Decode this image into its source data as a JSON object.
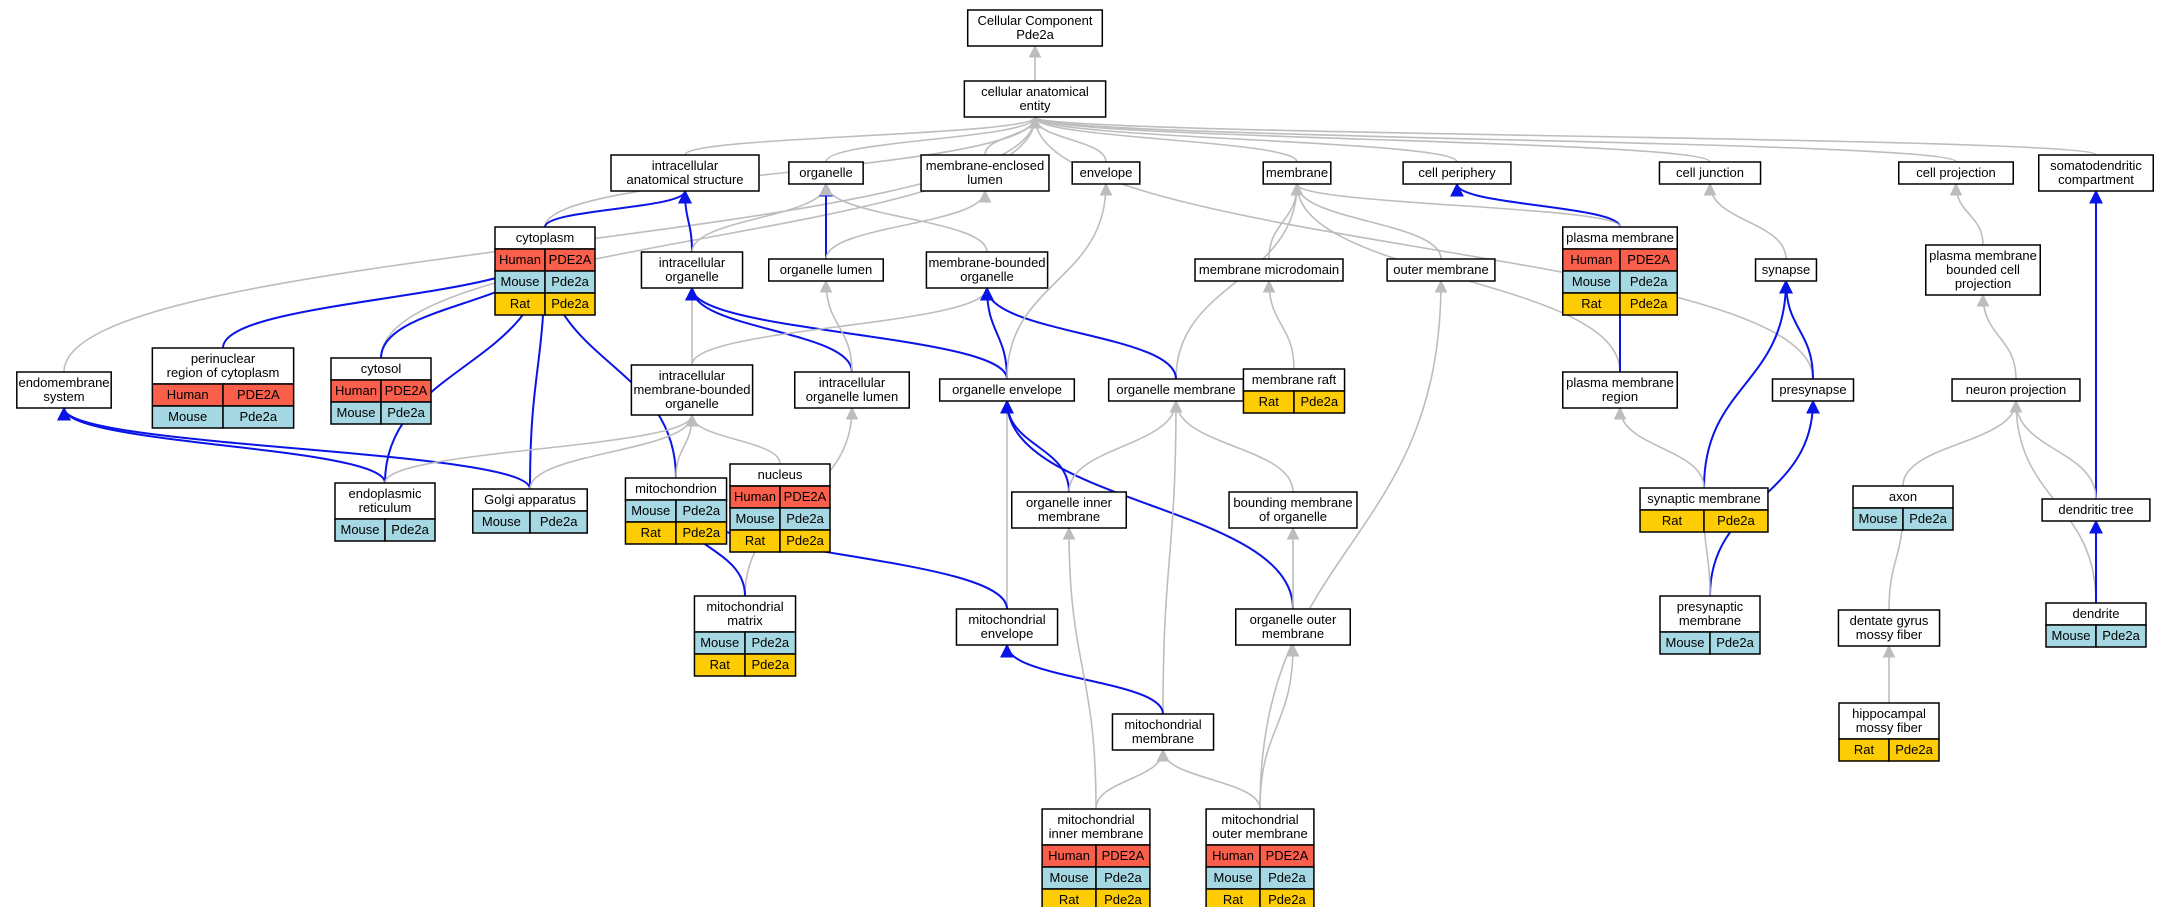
{
  "colors": {
    "Human": "#f95f4b",
    "Mouse": "#a6d8e3",
    "Rat": "#fecc02",
    "isa": "#bdbdbd",
    "part_of": "#0a14e6"
  },
  "nodes": [
    {
      "id": "root",
      "lines": [
        "Cellular Component",
        "Pde2a"
      ],
      "species": []
    },
    {
      "id": "cae",
      "lines": [
        "cellular anatomical",
        "entity"
      ],
      "species": []
    },
    {
      "id": "ias",
      "lines": [
        "intracellular",
        "anatomical structure"
      ],
      "species": []
    },
    {
      "id": "organelle",
      "lines": [
        "organelle"
      ],
      "species": []
    },
    {
      "id": "mel",
      "lines": [
        "membrane-enclosed",
        "lumen"
      ],
      "species": []
    },
    {
      "id": "envelope",
      "lines": [
        "envelope"
      ],
      "species": []
    },
    {
      "id": "membrane",
      "lines": [
        "membrane"
      ],
      "species": []
    },
    {
      "id": "cellperiphery",
      "lines": [
        "cell periphery"
      ],
      "species": []
    },
    {
      "id": "celljunction",
      "lines": [
        "cell junction"
      ],
      "species": []
    },
    {
      "id": "cellprojection",
      "lines": [
        "cell projection"
      ],
      "species": []
    },
    {
      "id": "somato",
      "lines": [
        "somatodendritic",
        "compartment"
      ],
      "species": []
    },
    {
      "id": "cytoplasm",
      "lines": [
        "cytoplasm"
      ],
      "species": [
        [
          "Human",
          "PDE2A"
        ],
        [
          "Mouse",
          "Pde2a"
        ],
        [
          "Rat",
          "Pde2a"
        ]
      ]
    },
    {
      "id": "ic_org",
      "lines": [
        "intracellular",
        "organelle"
      ],
      "species": []
    },
    {
      "id": "org_lumen",
      "lines": [
        "organelle lumen"
      ],
      "species": []
    },
    {
      "id": "mbo",
      "lines": [
        "membrane-bounded",
        "organelle"
      ],
      "species": []
    },
    {
      "id": "memmicro",
      "lines": [
        "membrane microdomain"
      ],
      "species": []
    },
    {
      "id": "outermem",
      "lines": [
        "outer membrane"
      ],
      "species": []
    },
    {
      "id": "plasmamem",
      "lines": [
        "plasma membrane"
      ],
      "species": [
        [
          "Human",
          "PDE2A"
        ],
        [
          "Mouse",
          "Pde2a"
        ],
        [
          "Rat",
          "Pde2a"
        ]
      ]
    },
    {
      "id": "synapse",
      "lines": [
        "synapse"
      ],
      "species": []
    },
    {
      "id": "pmbcp",
      "lines": [
        "plasma membrane",
        "bounded cell",
        "projection"
      ],
      "species": []
    },
    {
      "id": "endomem",
      "lines": [
        "endomembrane",
        "system"
      ],
      "species": []
    },
    {
      "id": "perinuclear",
      "lines": [
        "perinuclear",
        "region of cytoplasm"
      ],
      "species": [
        [
          "Human",
          "PDE2A"
        ],
        [
          "Mouse",
          "Pde2a"
        ]
      ]
    },
    {
      "id": "cytosol",
      "lines": [
        "cytosol"
      ],
      "species": [
        [
          "Human",
          "PDE2A"
        ],
        [
          "Mouse",
          "Pde2a"
        ]
      ]
    },
    {
      "id": "imbo",
      "lines": [
        "intracellular",
        "membrane-bounded",
        "organelle"
      ],
      "species": []
    },
    {
      "id": "ic_org_lumen",
      "lines": [
        "intracellular",
        "organelle lumen"
      ],
      "species": []
    },
    {
      "id": "org_env",
      "lines": [
        "organelle envelope"
      ],
      "species": []
    },
    {
      "id": "org_mem",
      "lines": [
        "organelle membrane"
      ],
      "species": []
    },
    {
      "id": "memraft",
      "lines": [
        "membrane raft"
      ],
      "species": [
        [
          "Rat",
          "Pde2a"
        ]
      ]
    },
    {
      "id": "pmregion",
      "lines": [
        "plasma membrane",
        "region"
      ],
      "species": []
    },
    {
      "id": "presynapse",
      "lines": [
        "presynapse"
      ],
      "species": []
    },
    {
      "id": "neuronproj",
      "lines": [
        "neuron projection"
      ],
      "species": []
    },
    {
      "id": "er",
      "lines": [
        "endoplasmic",
        "reticulum"
      ],
      "species": [
        [
          "Mouse",
          "Pde2a"
        ]
      ]
    },
    {
      "id": "golgi",
      "lines": [
        "Golgi apparatus"
      ],
      "species": [
        [
          "Mouse",
          "Pde2a"
        ]
      ]
    },
    {
      "id": "mito",
      "lines": [
        "mitochondrion"
      ],
      "species": [
        [
          "Mouse",
          "Pde2a"
        ],
        [
          "Rat",
          "Pde2a"
        ]
      ]
    },
    {
      "id": "nucleus",
      "lines": [
        "nucleus"
      ],
      "species": [
        [
          "Human",
          "PDE2A"
        ],
        [
          "Mouse",
          "Pde2a"
        ],
        [
          "Rat",
          "Pde2a"
        ]
      ]
    },
    {
      "id": "org_inner",
      "lines": [
        "organelle inner",
        "membrane"
      ],
      "species": []
    },
    {
      "id": "bmo",
      "lines": [
        "bounding membrane",
        "of organelle"
      ],
      "species": []
    },
    {
      "id": "synmem",
      "lines": [
        "synaptic membrane"
      ],
      "species": [
        [
          "Rat",
          "Pde2a"
        ]
      ]
    },
    {
      "id": "axon",
      "lines": [
        "axon"
      ],
      "species": [
        [
          "Mouse",
          "Pde2a"
        ]
      ]
    },
    {
      "id": "dendtree",
      "lines": [
        "dendritic tree"
      ],
      "species": []
    },
    {
      "id": "mitomatrix",
      "lines": [
        "mitochondrial",
        "matrix"
      ],
      "species": [
        [
          "Mouse",
          "Pde2a"
        ],
        [
          "Rat",
          "Pde2a"
        ]
      ]
    },
    {
      "id": "mitoenv",
      "lines": [
        "mitochondrial",
        "envelope"
      ],
      "species": []
    },
    {
      "id": "org_outer",
      "lines": [
        "organelle outer",
        "membrane"
      ],
      "species": []
    },
    {
      "id": "presynmem",
      "lines": [
        "presynaptic",
        "membrane"
      ],
      "species": [
        [
          "Mouse",
          "Pde2a"
        ]
      ]
    },
    {
      "id": "dgmf",
      "lines": [
        "dentate gyrus",
        "mossy fiber"
      ],
      "species": []
    },
    {
      "id": "dendrite",
      "lines": [
        "dendrite"
      ],
      "species": [
        [
          "Mouse",
          "Pde2a"
        ]
      ]
    },
    {
      "id": "mitomem",
      "lines": [
        "mitochondrial",
        "membrane"
      ],
      "species": []
    },
    {
      "id": "hmf",
      "lines": [
        "hippocampal",
        "mossy fiber"
      ],
      "species": [
        [
          "Rat",
          "Pde2a"
        ]
      ]
    },
    {
      "id": "mim",
      "lines": [
        "mitochondrial",
        "inner membrane"
      ],
      "species": [
        [
          "Human",
          "PDE2A"
        ],
        [
          "Mouse",
          "Pde2a"
        ],
        [
          "Rat",
          "Pde2a"
        ]
      ]
    },
    {
      "id": "mom",
      "lines": [
        "mitochondrial",
        "outer membrane"
      ],
      "species": [
        [
          "Human",
          "PDE2A"
        ],
        [
          "Mouse",
          "Pde2a"
        ],
        [
          "Rat",
          "Pde2a"
        ]
      ]
    }
  ],
  "edges": [
    {
      "from": "cae",
      "to": "root",
      "type": "isa"
    },
    {
      "from": "ias",
      "to": "cae",
      "type": "isa"
    },
    {
      "from": "organelle",
      "to": "cae",
      "type": "isa"
    },
    {
      "from": "mel",
      "to": "cae",
      "type": "isa"
    },
    {
      "from": "envelope",
      "to": "cae",
      "type": "isa"
    },
    {
      "from": "membrane",
      "to": "cae",
      "type": "isa"
    },
    {
      "from": "cellperiphery",
      "to": "cae",
      "type": "isa"
    },
    {
      "from": "celljunction",
      "to": "cae",
      "type": "isa"
    },
    {
      "from": "cellprojection",
      "to": "cae",
      "type": "isa"
    },
    {
      "from": "somato",
      "to": "cae",
      "type": "isa"
    },
    {
      "from": "cytoplasm",
      "to": "cae",
      "type": "isa"
    },
    {
      "from": "cytosol",
      "to": "cae",
      "type": "isa"
    },
    {
      "from": "endomem",
      "to": "cae",
      "type": "isa"
    },
    {
      "from": "presynapse",
      "to": "cae",
      "type": "isa"
    },
    {
      "from": "cytoplasm",
      "to": "ias",
      "type": "part_of"
    },
    {
      "from": "ic_org",
      "to": "ias",
      "type": "part_of"
    },
    {
      "from": "ic_org",
      "to": "organelle",
      "type": "isa"
    },
    {
      "from": "org_lumen",
      "to": "organelle",
      "type": "part_of"
    },
    {
      "from": "mbo",
      "to": "organelle",
      "type": "isa"
    },
    {
      "from": "org_lumen",
      "to": "mel",
      "type": "isa"
    },
    {
      "from": "plasmamem",
      "to": "cellperiphery",
      "type": "part_of"
    },
    {
      "from": "memmicro",
      "to": "membrane",
      "type": "isa"
    },
    {
      "from": "outermem",
      "to": "membrane",
      "type": "isa"
    },
    {
      "from": "plasmamem",
      "to": "membrane",
      "type": "isa"
    },
    {
      "from": "org_mem",
      "to": "membrane",
      "type": "isa"
    },
    {
      "from": "pmregion",
      "to": "membrane",
      "type": "isa"
    },
    {
      "from": "synapse",
      "to": "celljunction",
      "type": "isa"
    },
    {
      "from": "pmbcp",
      "to": "cellprojection",
      "type": "isa"
    },
    {
      "from": "dendtree",
      "to": "somato",
      "type": "part_of"
    },
    {
      "from": "perinuclear",
      "to": "cytoplasm",
      "type": "part_of"
    },
    {
      "from": "cytosol",
      "to": "cytoplasm",
      "type": "part_of"
    },
    {
      "from": "er",
      "to": "cytoplasm",
      "type": "part_of"
    },
    {
      "from": "golgi",
      "to": "cytoplasm",
      "type": "part_of"
    },
    {
      "from": "mito",
      "to": "cytoplasm",
      "type": "part_of"
    },
    {
      "from": "imbo",
      "to": "ic_org",
      "type": "isa"
    },
    {
      "from": "ic_org_lumen",
      "to": "ic_org",
      "type": "part_of"
    },
    {
      "from": "org_env",
      "to": "ic_org",
      "type": "part_of"
    },
    {
      "from": "ic_org_lumen",
      "to": "org_lumen",
      "type": "isa"
    },
    {
      "from": "imbo",
      "to": "mbo",
      "type": "isa"
    },
    {
      "from": "org_env",
      "to": "mbo",
      "type": "part_of"
    },
    {
      "from": "org_mem",
      "to": "mbo",
      "type": "part_of"
    },
    {
      "from": "memraft",
      "to": "memmicro",
      "type": "isa"
    },
    {
      "from": "mom",
      "to": "outermem",
      "type": "isa"
    },
    {
      "from": "pmregion",
      "to": "plasmamem",
      "type": "part_of"
    },
    {
      "from": "synmem",
      "to": "synapse",
      "type": "part_of"
    },
    {
      "from": "presynapse",
      "to": "synapse",
      "type": "part_of"
    },
    {
      "from": "neuronproj",
      "to": "pmbcp",
      "type": "isa"
    },
    {
      "from": "er",
      "to": "endomem",
      "type": "part_of"
    },
    {
      "from": "golgi",
      "to": "endomem",
      "type": "part_of"
    },
    {
      "from": "er",
      "to": "imbo",
      "type": "isa"
    },
    {
      "from": "golgi",
      "to": "imbo",
      "type": "isa"
    },
    {
      "from": "mito",
      "to": "imbo",
      "type": "isa"
    },
    {
      "from": "nucleus",
      "to": "imbo",
      "type": "isa"
    },
    {
      "from": "mitomatrix",
      "to": "ic_org_lumen",
      "type": "isa"
    },
    {
      "from": "org_inner",
      "to": "org_env",
      "type": "part_of"
    },
    {
      "from": "mitoenv",
      "to": "org_env",
      "type": "isa"
    },
    {
      "from": "org_outer",
      "to": "org_env",
      "type": "part_of"
    },
    {
      "from": "org_env",
      "to": "envelope",
      "type": "isa"
    },
    {
      "from": "org_inner",
      "to": "org_mem",
      "type": "isa"
    },
    {
      "from": "bmo",
      "to": "org_mem",
      "type": "isa"
    },
    {
      "from": "mitomem",
      "to": "org_mem",
      "type": "isa"
    },
    {
      "from": "synmem",
      "to": "pmregion",
      "type": "isa"
    },
    {
      "from": "presynmem",
      "to": "presynapse",
      "type": "part_of"
    },
    {
      "from": "axon",
      "to": "neuronproj",
      "type": "isa"
    },
    {
      "from": "dendtree",
      "to": "neuronproj",
      "type": "isa"
    },
    {
      "from": "dendrite",
      "to": "neuronproj",
      "type": "isa"
    },
    {
      "from": "mitomatrix",
      "to": "mito",
      "type": "part_of"
    },
    {
      "from": "mitoenv",
      "to": "mito",
      "type": "part_of"
    },
    {
      "from": "mitomem",
      "to": "mitoenv",
      "type": "part_of"
    },
    {
      "from": "org_outer",
      "to": "bmo",
      "type": "isa"
    },
    {
      "from": "presynmem",
      "to": "synmem",
      "type": "isa"
    },
    {
      "from": "dgmf",
      "to": "axon",
      "type": "isa"
    },
    {
      "from": "dendrite",
      "to": "dendtree",
      "type": "part_of"
    },
    {
      "from": "mim",
      "to": "mitomem",
      "type": "isa"
    },
    {
      "from": "mom",
      "to": "mitomem",
      "type": "isa"
    },
    {
      "from": "mim",
      "to": "org_inner",
      "type": "isa"
    },
    {
      "from": "mom",
      "to": "org_outer",
      "type": "isa"
    },
    {
      "from": "hmf",
      "to": "dgmf",
      "type": "isa"
    }
  ]
}
